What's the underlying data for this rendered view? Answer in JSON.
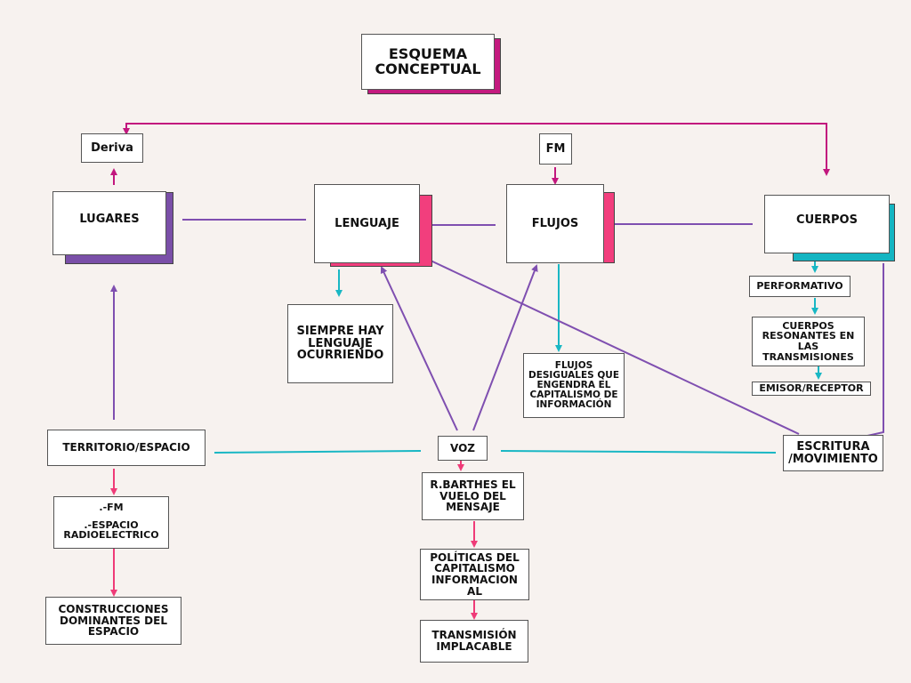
{
  "title": "ESQUEMA\nCONCEPTUAL",
  "nodes": {
    "deriva": "Deriva",
    "fm_top": "FM",
    "lugares": "LUGARES",
    "lenguaje": "LENGUAJE",
    "flujos": "FLUJOS",
    "cuerpos": "CUERPOS",
    "siempre": "SIEMPRE HAY LENGUAJE OCURRIENDO",
    "flujos_desiguales": "FLUJOS DESIGUALES QUE ENGENDRA EL CAPITALISMO DE INFORMACIÓN",
    "performativo": "PERFORMATIVO",
    "cuerpos_resonantes": "CUERPOS RESONANTES EN LAS TRANSMISIONES",
    "emisor": "EMISOR/RECEPTOR",
    "territorio": "TERRITORIO/ESPACIO",
    "voz": "VOZ",
    "escritura": "ESCRITURA /MOVIMIENTO",
    "fm_espacio_1": ".-FM",
    "fm_espacio_2": ".-ESPACIO RADIOELECTRICO",
    "construcciones": "CONSTRUCCIONES DOMINANTES DEL ESPACIO",
    "barthes": "R.BARTHES EL VUELO DEL MENSAJE",
    "politicas": "POLÍTICAS DEL CAPITALISMO INFORMACION AL",
    "transmision": "TRANSMISIÓN IMPLACABLE"
  },
  "colors": {
    "background": "#f7f2ef",
    "magenta": "#c2177e",
    "pink": "#ef3b78",
    "purple": "#7f4fb0",
    "teal": "#19b7c4",
    "lugares_shadow": "#7a4fa8",
    "lenguaje_shadow": "#f23e7d",
    "flujos_shadow": "#f23e7d",
    "cuerpos_shadow": "#14b5c2",
    "title_shadow": "#c41a7f"
  }
}
